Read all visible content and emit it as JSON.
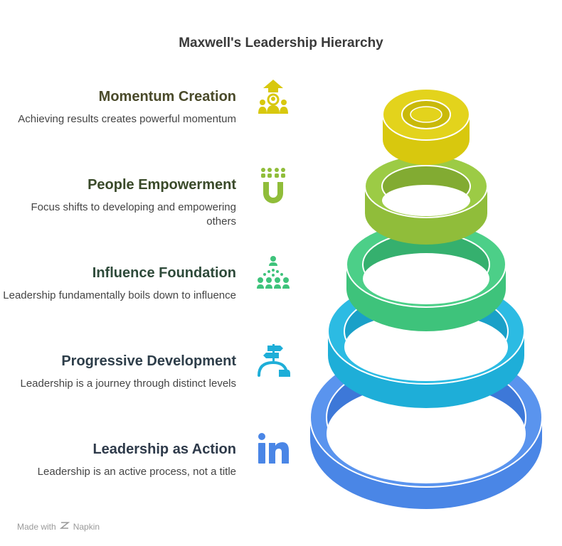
{
  "title": "Maxwell's Leadership Hierarchy",
  "items": [
    {
      "title": "Momentum Creation",
      "desc": "Achieving results creates powerful momentum",
      "color": "#d8c80e",
      "text_color": "#4a4a2a",
      "icon": "momentum-arrow-people-icon"
    },
    {
      "title": "People Empowerment",
      "desc": "Focus shifts to developing and empowering others",
      "color": "#90bd3a",
      "text_color": "#3a4a2a",
      "icon": "magnet-people-icon"
    },
    {
      "title": "Influence Foundation",
      "desc": "Leadership fundamentally boils down to influence",
      "color": "#3ec37b",
      "text_color": "#2e4a3a",
      "icon": "influence-network-icon"
    },
    {
      "title": "Progressive Development",
      "desc": "Leadership is a journey through distinct levels",
      "color": "#1eaed8",
      "text_color": "#2e3e4a",
      "icon": "signpost-journey-icon"
    },
    {
      "title": "Leadership as Action",
      "desc": "Leadership is an active process, not a title",
      "color": "#4a86e6",
      "text_color": "#2e3a4a",
      "icon": "linkedin-icon"
    }
  ],
  "footer": {
    "prefix": "Made with",
    "brand": "Napkin"
  }
}
